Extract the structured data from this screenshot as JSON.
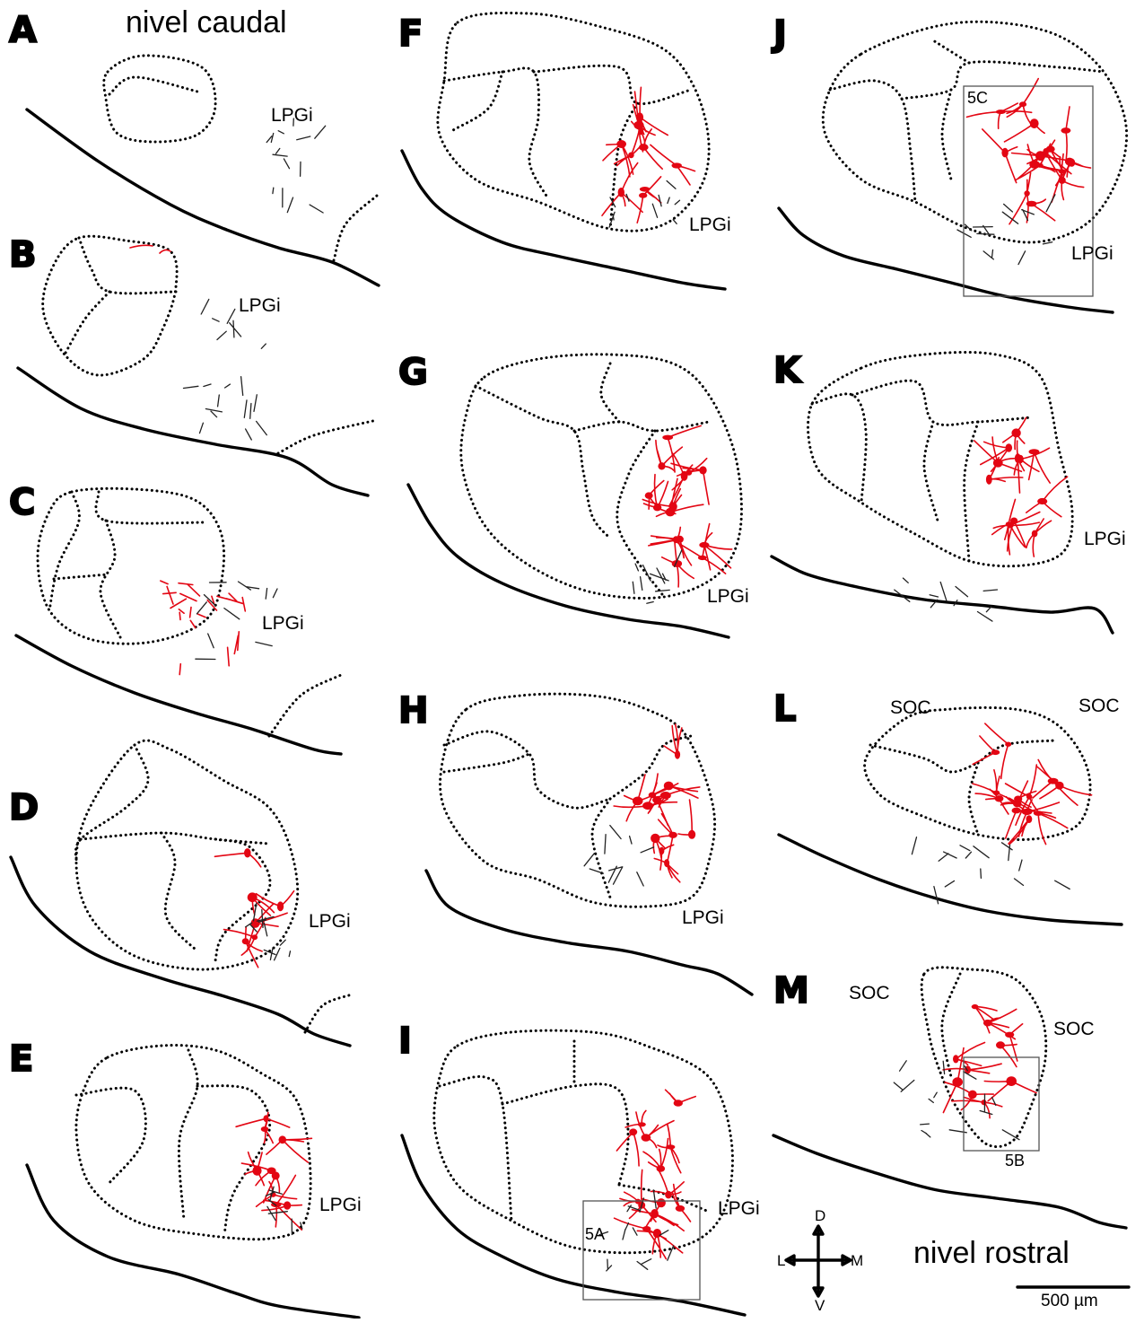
{
  "figure": {
    "caudal_label": "nivel caudal",
    "rostral_label": "nivel rostral",
    "colors": {
      "neurons": "#e30613",
      "fibers": "#222222",
      "outline": "#000000"
    }
  },
  "panels": [
    {
      "letter": "A",
      "labels": [
        "LPGi"
      ]
    },
    {
      "letter": "B",
      "labels": [
        "LPGi"
      ]
    },
    {
      "letter": "C",
      "labels": [
        "LPGi"
      ]
    },
    {
      "letter": "D",
      "labels": [
        "LPGi"
      ]
    },
    {
      "letter": "E",
      "labels": [
        "LPGi"
      ]
    },
    {
      "letter": "F",
      "labels": [
        "LPGi"
      ]
    },
    {
      "letter": "G",
      "labels": [
        "LPGi"
      ]
    },
    {
      "letter": "H",
      "labels": [
        "LPGi"
      ]
    },
    {
      "letter": "I",
      "labels": [
        "LPGi"
      ],
      "inset": "5A"
    },
    {
      "letter": "J",
      "labels": [
        "LPGi"
      ],
      "inset": "5C"
    },
    {
      "letter": "K",
      "labels": [
        "LPGi"
      ]
    },
    {
      "letter": "L",
      "labels": [
        "SOC",
        "SOC"
      ]
    },
    {
      "letter": "M",
      "labels": [
        "SOC",
        "SOC"
      ],
      "inset": "5B"
    }
  ],
  "orientation": {
    "dorsal": "D",
    "ventral": "V",
    "lateral": "L",
    "medial": "M"
  },
  "scale_bar": {
    "label": "500 µm"
  }
}
